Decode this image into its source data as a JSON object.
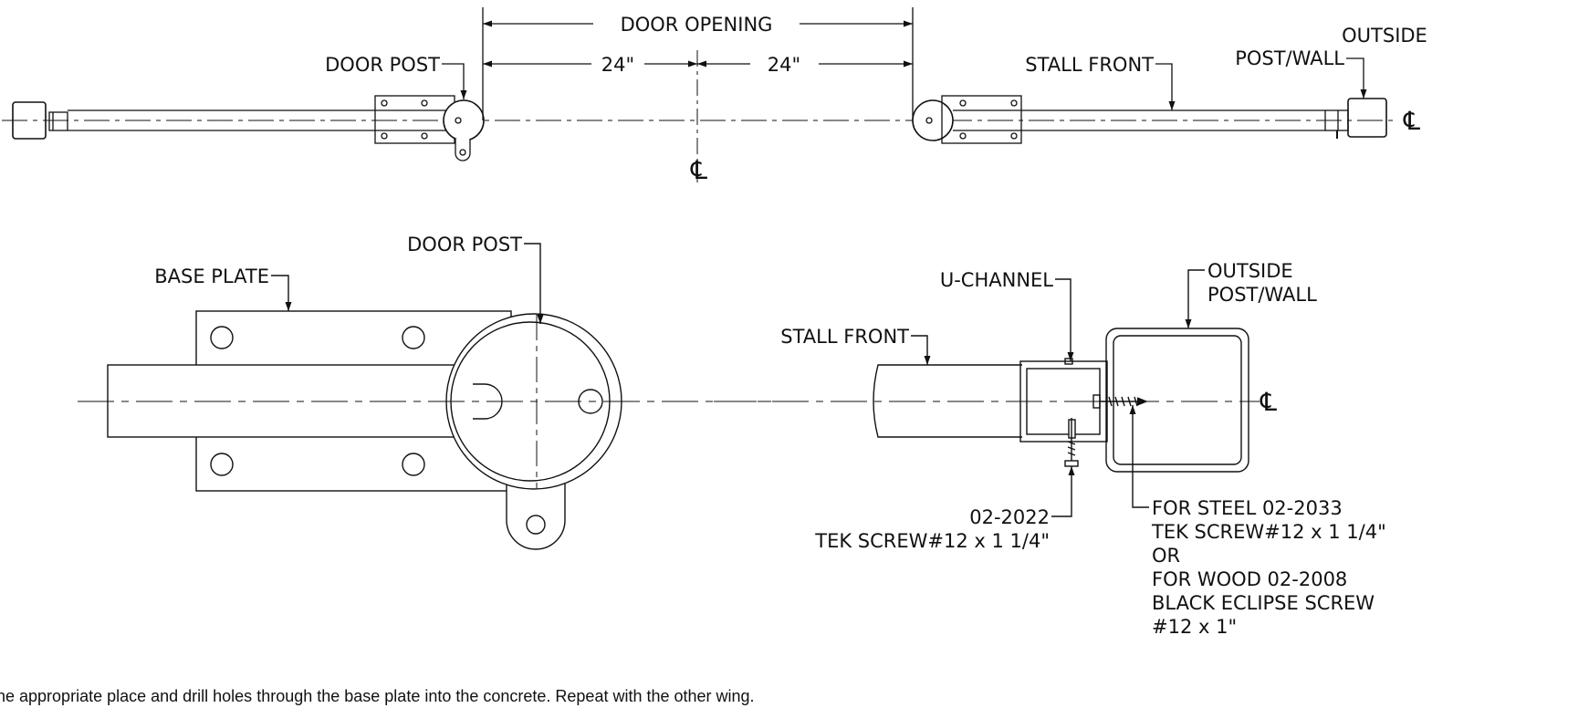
{
  "top_view": {
    "door_opening": "DOOR OPENING",
    "half_left": "24\"",
    "half_right": "24\"",
    "door_post": "DOOR POST",
    "stall_front": "STALL FRONT",
    "outside_line1": "OUTSIDE",
    "outside_line2": "POST/WALL",
    "centerline_symbol": "℄"
  },
  "detail_left": {
    "base_plate": "BASE PLATE",
    "door_post": "DOOR POST"
  },
  "detail_right": {
    "u_channel": "U-CHANNEL",
    "outside_line1": "OUTSIDE",
    "outside_line2": "POST/WALL",
    "stall_front": "STALL FRONT",
    "centerline_symbol": "℄",
    "screw_a_line1": "02-2022",
    "screw_a_line2": "TEK SCREW#12 x 1 1/4\"",
    "note_line1": "FOR STEEL  02-2033",
    "note_line2": "TEK SCREW#12 x 1 1/4\"",
    "note_line3": "OR",
    "note_line4": "FOR WOOD 02-2008",
    "note_line5": "BLACK ECLIPSE SCREW",
    "note_line6": "#12 x 1\""
  },
  "footer_text": "he appropriate place and drill holes through the base plate into the concrete. Repeat with the other wing."
}
